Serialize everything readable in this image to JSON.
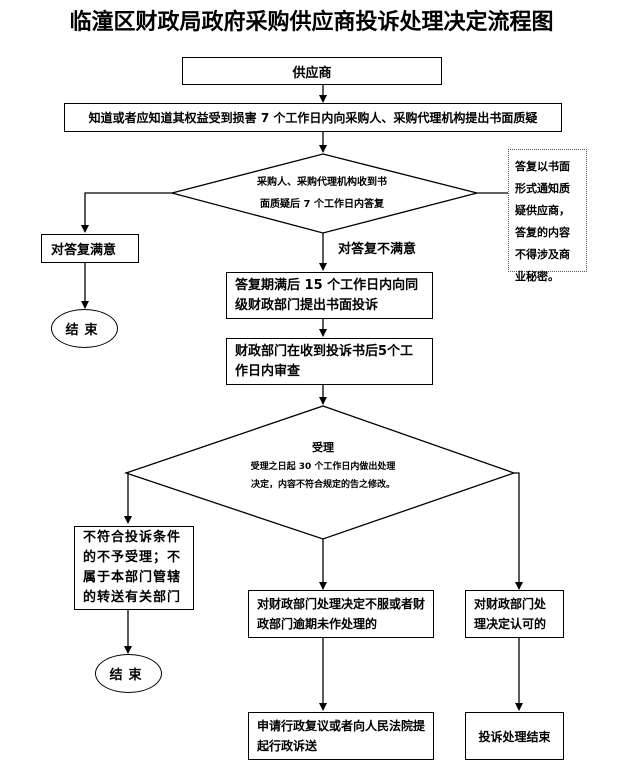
{
  "title": "临潼区财政局政府采购供应商投诉处理决定流程图",
  "nodes": {
    "supplier": "供应商",
    "query": "知道或者应知道其权益受到损害 7 个工作日内向采购人、采购代理机构提出书面质疑",
    "decision1": {
      "line1": "采购人、采购代理机构收到书",
      "line2": "面质疑后 7 个工作日内答复"
    },
    "note": "答复以书面形式通知质疑供应商，答复的内容不得涉及商业秘密。",
    "satisfied": "对答复满意",
    "end1": "结束",
    "not_satisfied_label": "对答复不满意",
    "complaint": "答复期满后 15 个工作日内向同级财政部门提出书面投诉",
    "review": "财政部门在收到投诉书后5个工作日内审查",
    "decision2": {
      "title": "受理",
      "line1": "受理之日起 30 个工作日内做出处理",
      "line2": "决定，内容不符合规定的告之修改。"
    },
    "rejected": "不符合投诉条件的不予受理；不属于本部门管辖的转送有关部门",
    "end2": "结束",
    "disagree": "对财政部门处理决定不服或者财政部门逾期未作处理的",
    "agree": "对财政部门处理决定认可的",
    "appeal": "申请行政复议或者向人民法院提起行政诉送",
    "finished": "投诉处理结束"
  }
}
